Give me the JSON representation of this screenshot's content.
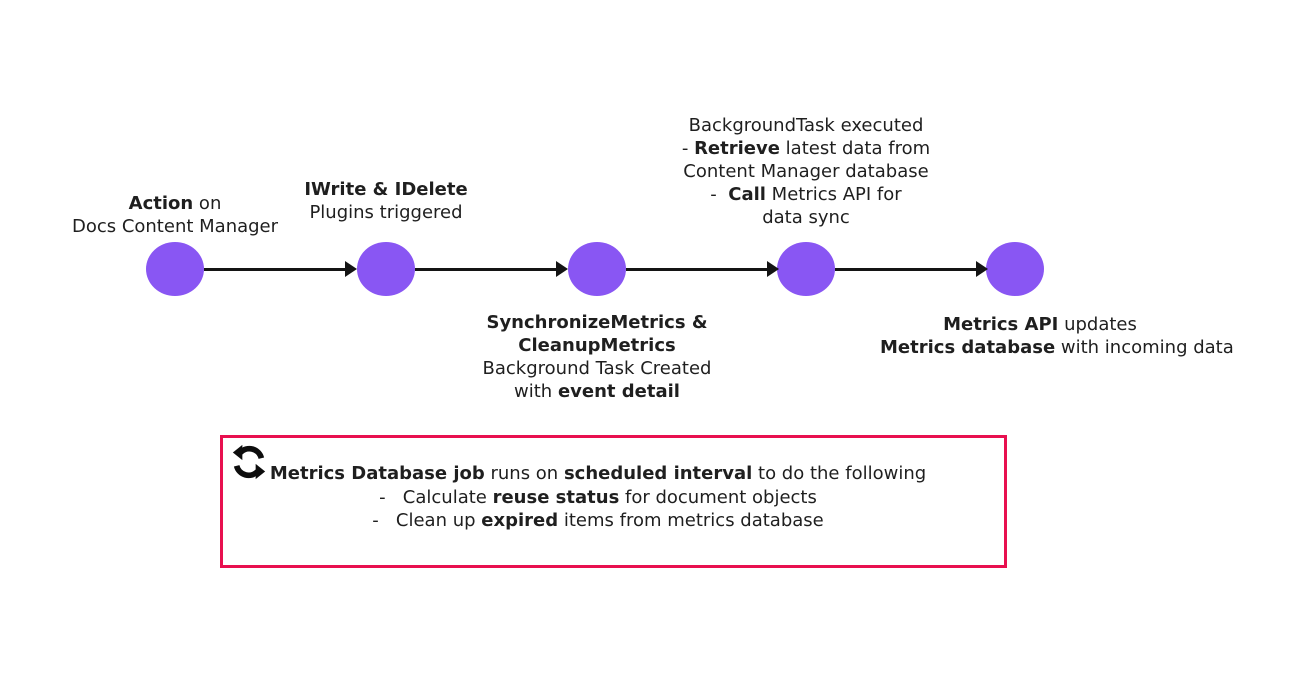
{
  "colors": {
    "node": "#8956F3",
    "arrow": "#141414",
    "box_border": "#E8104F",
    "text": "#1F1F1F"
  },
  "labels": {
    "action": {
      "lines": [
        [
          {
            "t": "Action",
            "b": true
          },
          {
            "t": " on"
          }
        ],
        [
          {
            "t": "Docs Content Manager"
          }
        ]
      ]
    },
    "plugins": {
      "lines": [
        [
          {
            "t": "IWrite & IDelete",
            "b": true
          }
        ],
        [
          {
            "t": "Plugins triggered"
          }
        ]
      ]
    },
    "background_task": {
      "lines": [
        [
          {
            "t": "BackgroundTask executed"
          }
        ],
        [
          {
            "t": "- "
          },
          {
            "t": "Retrieve",
            "b": true
          },
          {
            "t": " latest data from"
          }
        ],
        [
          {
            "t": "Content Manager database"
          }
        ],
        [
          {
            "t": "-  "
          },
          {
            "t": "Call",
            "b": true
          },
          {
            "t": " Metrics API for"
          }
        ],
        [
          {
            "t": "data sync"
          }
        ]
      ]
    },
    "sync": {
      "lines": [
        [
          {
            "t": "SynchronizeMetrics &",
            "b": true
          }
        ],
        [
          {
            "t": "CleanupMetrics",
            "b": true
          }
        ],
        [
          {
            "t": "Background Task Created"
          }
        ],
        [
          {
            "t": "with "
          },
          {
            "t": "event detail",
            "b": true
          }
        ]
      ]
    },
    "metrics_api": {
      "lines": [
        [
          {
            "t": "Metrics API",
            "b": true
          },
          {
            "t": " updates"
          }
        ],
        [
          {
            "t": "Metrics database",
            "b": true
          },
          {
            "t": " with incoming data"
          }
        ]
      ]
    }
  },
  "loop_box": {
    "icon": "sync-icon",
    "lines": [
      [
        {
          "t": "Metrics Database job",
          "b": true
        },
        {
          "t": " runs on "
        },
        {
          "t": "scheduled interval",
          "b": true
        },
        {
          "t": " to do the following"
        }
      ],
      [
        {
          "t": "-   Calculate "
        },
        {
          "t": "reuse status",
          "b": true
        },
        {
          "t": " for document objects"
        }
      ],
      [
        {
          "t": "-   Clean up "
        },
        {
          "t": "expired",
          "b": true
        },
        {
          "t": " items from metrics database"
        }
      ]
    ]
  },
  "nodes": [
    {
      "id": 1
    },
    {
      "id": 2
    },
    {
      "id": 3
    },
    {
      "id": 4
    },
    {
      "id": 5
    }
  ]
}
